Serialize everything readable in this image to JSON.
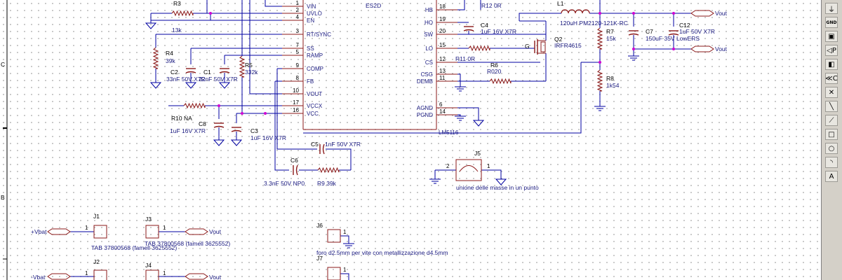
{
  "ic": {
    "part": "LM5116",
    "left_pins": [
      {
        "num": "1",
        "name": "VIN"
      },
      {
        "num": "2",
        "name": "UVLO"
      },
      {
        "num": "4",
        "name": "EN"
      },
      {
        "num": "3",
        "name": "RT/SYNC"
      },
      {
        "num": "7",
        "name": "SS"
      },
      {
        "num": "5",
        "name": "RAMP"
      },
      {
        "num": "9",
        "name": "COMP"
      },
      {
        "num": "8",
        "name": "FB"
      },
      {
        "num": "10",
        "name": "VOUT"
      },
      {
        "num": "17",
        "name": "VCCX"
      },
      {
        "num": "16",
        "name": "VCC"
      }
    ],
    "right_pins": [
      {
        "num": "18",
        "name": "HB"
      },
      {
        "num": "19",
        "name": "HO"
      },
      {
        "num": "20",
        "name": "SW"
      },
      {
        "num": "15",
        "name": "LO"
      },
      {
        "num": "12",
        "name": "CS"
      },
      {
        "num": "13",
        "name": "CSG"
      },
      {
        "num": "11",
        "name": "DEMB"
      },
      {
        "num": "6",
        "name": "AGND"
      },
      {
        "num": "14",
        "name": "PGND"
      }
    ]
  },
  "components": {
    "R3": {
      "ref": "R3",
      "value": "13k"
    },
    "R4": {
      "ref": "R4",
      "value": "39k"
    },
    "C2": {
      "ref": "C2",
      "value": "33nF 50V X7R"
    },
    "C1": {
      "ref": "C1",
      "value": "22nF 50V X7R"
    },
    "R5": {
      "ref": "R5",
      "value": "332k"
    },
    "R10": {
      "ref": "R10",
      "value": "NA"
    },
    "C8": {
      "ref": "C8",
      "value": "1uF 16V X7R"
    },
    "C3": {
      "ref": "C3",
      "value": "1uF 16V X7R"
    },
    "C5": {
      "ref": "C5",
      "value": "1nF 50V X7R"
    },
    "C6": {
      "ref": "C6",
      "value": "3.3nF 50V NP0"
    },
    "R9": {
      "ref": "R9",
      "value": "39k"
    },
    "D": {
      "value": "ES2D"
    },
    "R12": {
      "ref": "R12",
      "value": "0R"
    },
    "C4": {
      "ref": "C4",
      "value": "1uF 16V X7R"
    },
    "L1": {
      "ref": "L1",
      "value": "120uH PM2120-121K-RC"
    },
    "Q2": {
      "ref": "Q2",
      "value": "IRFR4615",
      "gate": "G"
    },
    "R11": {
      "ref": "R11",
      "value": "0R"
    },
    "R6": {
      "ref": "R6",
      "value": "R020"
    },
    "R7": {
      "ref": "R7",
      "value": "15k"
    },
    "R8": {
      "ref": "R8",
      "value": "1k54"
    },
    "C7": {
      "ref": "C7",
      "value": "150uF 35V LowERS"
    },
    "C12": {
      "ref": "C12",
      "value": "1uF 50V X7R"
    },
    "J5": {
      "ref": "J5",
      "pin_left": "2",
      "pin_right": "1",
      "note": "unione delle masse in un punto"
    },
    "J1": {
      "ref": "J1",
      "pin": "1",
      "note": "TAB 37800568 (famell 3625552)"
    },
    "J3": {
      "ref": "J3",
      "pin": "1",
      "note": "TAB 37800568 (famell 3625552)"
    },
    "J2": {
      "ref": "J2",
      "pin": "1"
    },
    "J4": {
      "ref": "J4",
      "pin": "1"
    },
    "J6": {
      "ref": "J6",
      "pin": "1",
      "note": "foro d2.5mm per vite con metallizzazione d4.5mm"
    },
    "J7": {
      "ref": "J7",
      "pin": "1"
    }
  },
  "ports": {
    "vout_1": "Vout",
    "vout_2": "Vout",
    "vbat_pos": "+Vbat",
    "vbat_neg": "-Vbat",
    "j3_out": "Vout",
    "j4_out": "Vout"
  },
  "left_margin_marks": [
    "C",
    "B"
  ],
  "palette_tools": [
    {
      "name": "power-tool",
      "glyph": "⏚"
    },
    {
      "name": "gnd-tool",
      "glyph": "GND"
    },
    {
      "name": "net-tool",
      "glyph": "▣"
    },
    {
      "name": "off-page-connector-tool",
      "glyph": "◁P"
    },
    {
      "name": "hierarchical-port-tool",
      "glyph": "◧"
    },
    {
      "name": "no-connect-tool",
      "glyph": "≪C"
    },
    {
      "name": "junction-tool",
      "glyph": "✕"
    },
    {
      "name": "line-tool",
      "glyph": "╲"
    },
    {
      "name": "polyline-tool",
      "glyph": "⟋"
    },
    {
      "name": "rectangle-tool",
      "glyph": "□"
    },
    {
      "name": "ellipse-tool",
      "glyph": "○"
    },
    {
      "name": "arc-tool",
      "glyph": "◝"
    },
    {
      "name": "text-tool",
      "glyph": "A"
    }
  ],
  "colors": {
    "wire": "#0000a0",
    "part": "#8b1a1a",
    "label": "#1a1a80",
    "junction": "#d000d0"
  }
}
